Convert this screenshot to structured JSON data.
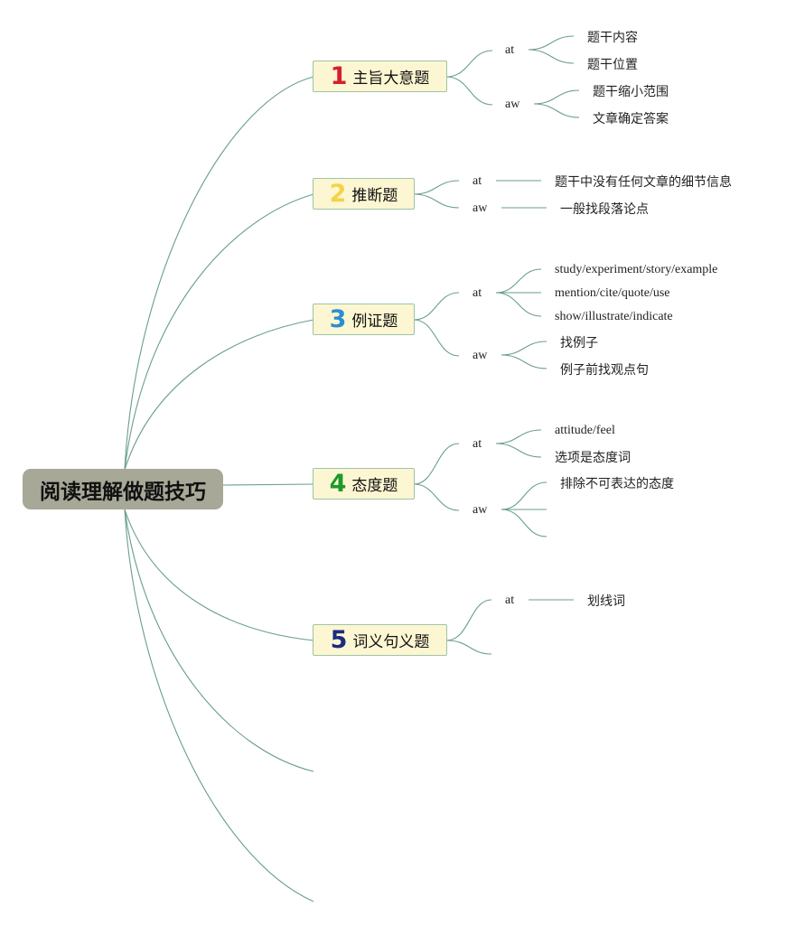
{
  "root": "阅读理解做题技巧",
  "topics": [
    {
      "num": "1",
      "color": "#d4202c",
      "title": "主旨大意题",
      "at_label": "at",
      "aw_label": "aw",
      "at": [
        "题干内容",
        "题干位置"
      ],
      "aw": [
        "题干缩小范围",
        "文章确定答案"
      ]
    },
    {
      "num": "2",
      "color": "#f2d44a",
      "title": "推断题",
      "at_label": "at",
      "aw_label": "aw",
      "at": [
        "题干中没有任何文章的细节信息"
      ],
      "aw": [
        "一般找段落论点"
      ]
    },
    {
      "num": "3",
      "color": "#2a8fd0",
      "title": "例证题",
      "at_label": "at",
      "aw_label": "aw",
      "at": [
        "study/experiment/story/example",
        "mention/cite/quote/use",
        "show/illustrate/indicate"
      ],
      "aw": [
        "找例子",
        "例子前找观点句"
      ]
    },
    {
      "num": "4",
      "color": "#1e9a2a",
      "title": "态度题",
      "at_label": "at",
      "aw_label": "aw",
      "at": [
        "attitude/feel",
        "选项是态度词"
      ],
      "aw": [
        "排除不可表达的态度"
      ]
    },
    {
      "num": "5",
      "color": "#1c2a80",
      "title": "词义句义题",
      "at_label": "at",
      "at": [
        "划线词"
      ]
    }
  ]
}
